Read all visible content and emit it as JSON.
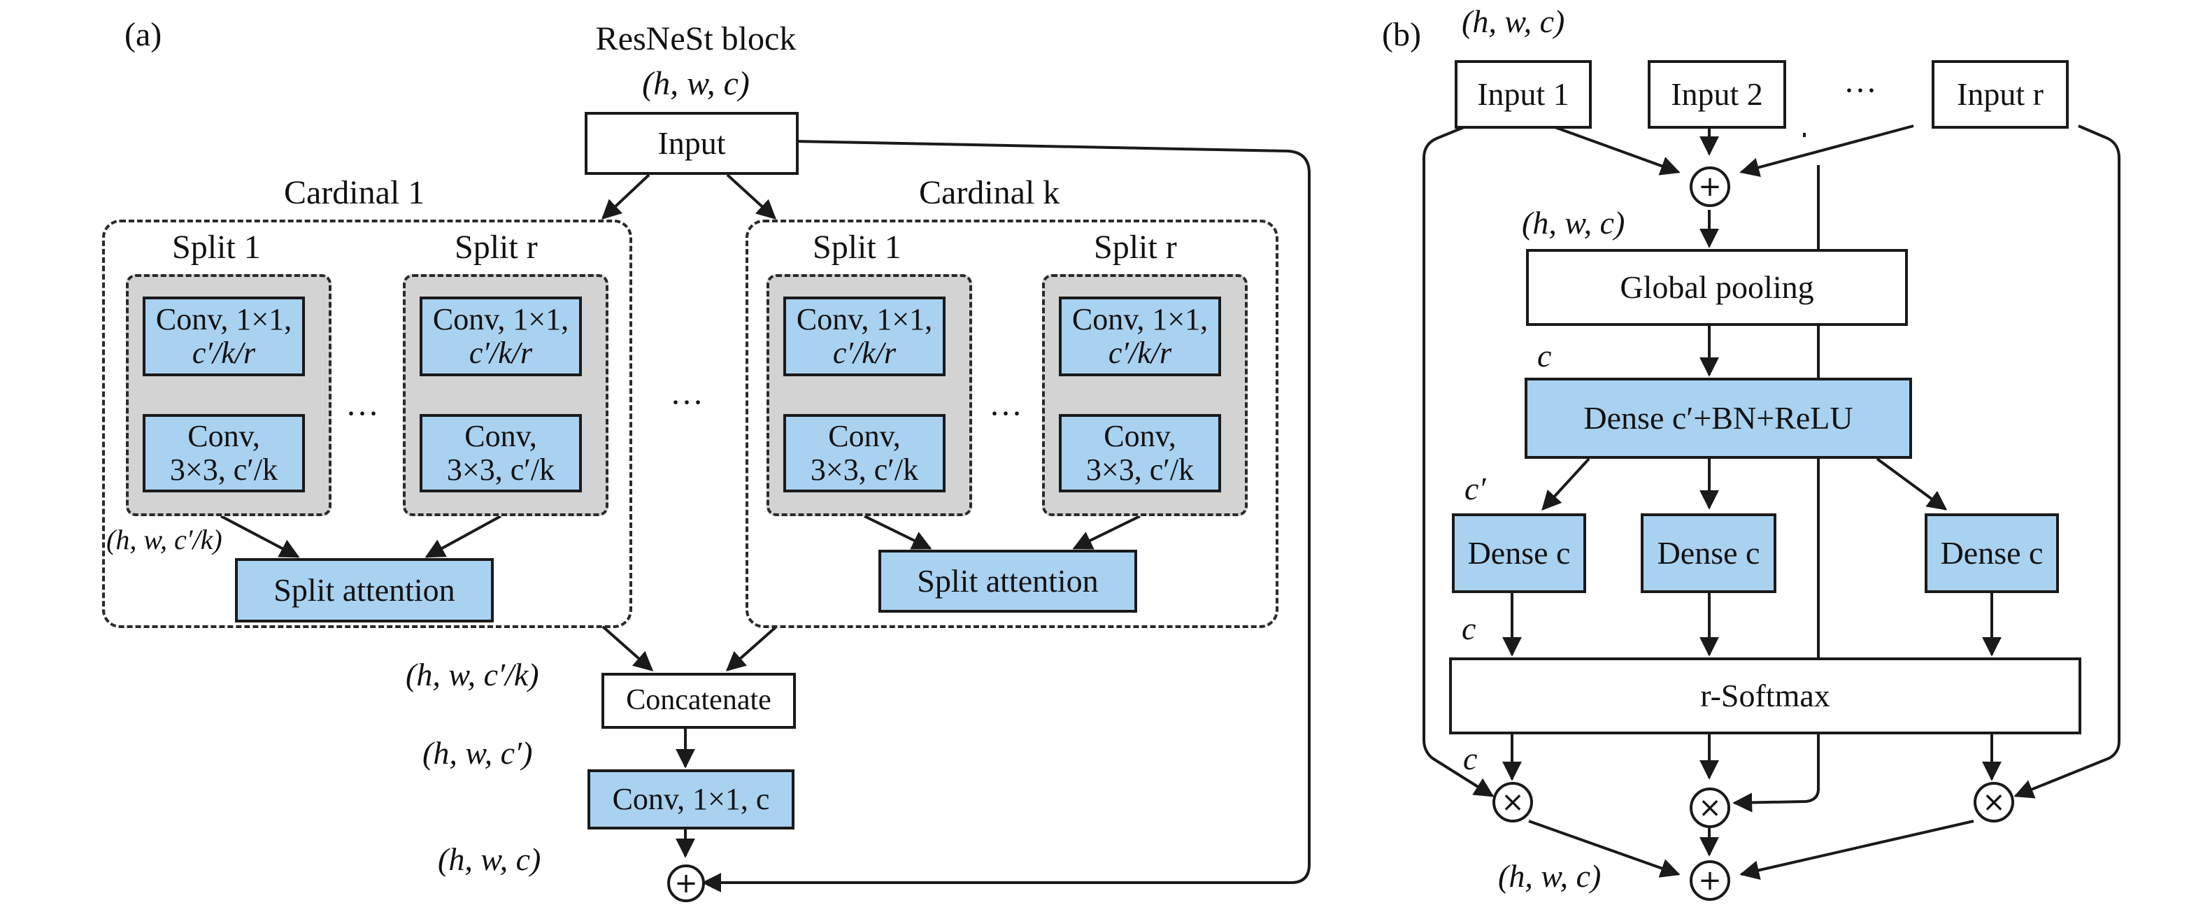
{
  "panel_a": {
    "tag": "(a)",
    "title": "ResNeSt block",
    "input_dim": "(h, w, c)",
    "input_box": "Input",
    "cardinal_1": "Cardinal 1",
    "cardinal_k": "Cardinal k",
    "split_1": "Split 1",
    "split_r": "Split r",
    "conv1_line1": "Conv, 1×1,",
    "conv1_line2": "c′/k/r",
    "conv3_line1": "Conv,",
    "conv3_line2": "3×3, c′/k",
    "ellipsis": "···",
    "split_dim": "(h, w, c′/k)",
    "split_attention": "Split attention",
    "concat_dim": "(h, w, c′/k)",
    "concatenate": "Concatenate",
    "conv_dim": "(h, w, c′)",
    "conv_final": "Conv, 1×1, c",
    "out_dim": "(h, w, c)",
    "plus_symbol": "+"
  },
  "panel_b": {
    "tag": "(b)",
    "top_dim": "(h, w, c)",
    "input_1": "Input 1",
    "input_2": "Input 2",
    "input_r": "Input r",
    "ellipsis": "···",
    "plus_symbol": "+",
    "pool_dim": "(h, w, c)",
    "global_pooling": "Global pooling",
    "dense_in_dim": "c",
    "dense_main": "Dense c′+BN+ReLU",
    "branch_dim": "c′",
    "dense_c": "Dense c",
    "softmax_in_dim": "c",
    "softmax": "r-Softmax",
    "mult_in_dim": "c",
    "times_symbol": "×",
    "out_dim": "(h, w, c)"
  }
}
